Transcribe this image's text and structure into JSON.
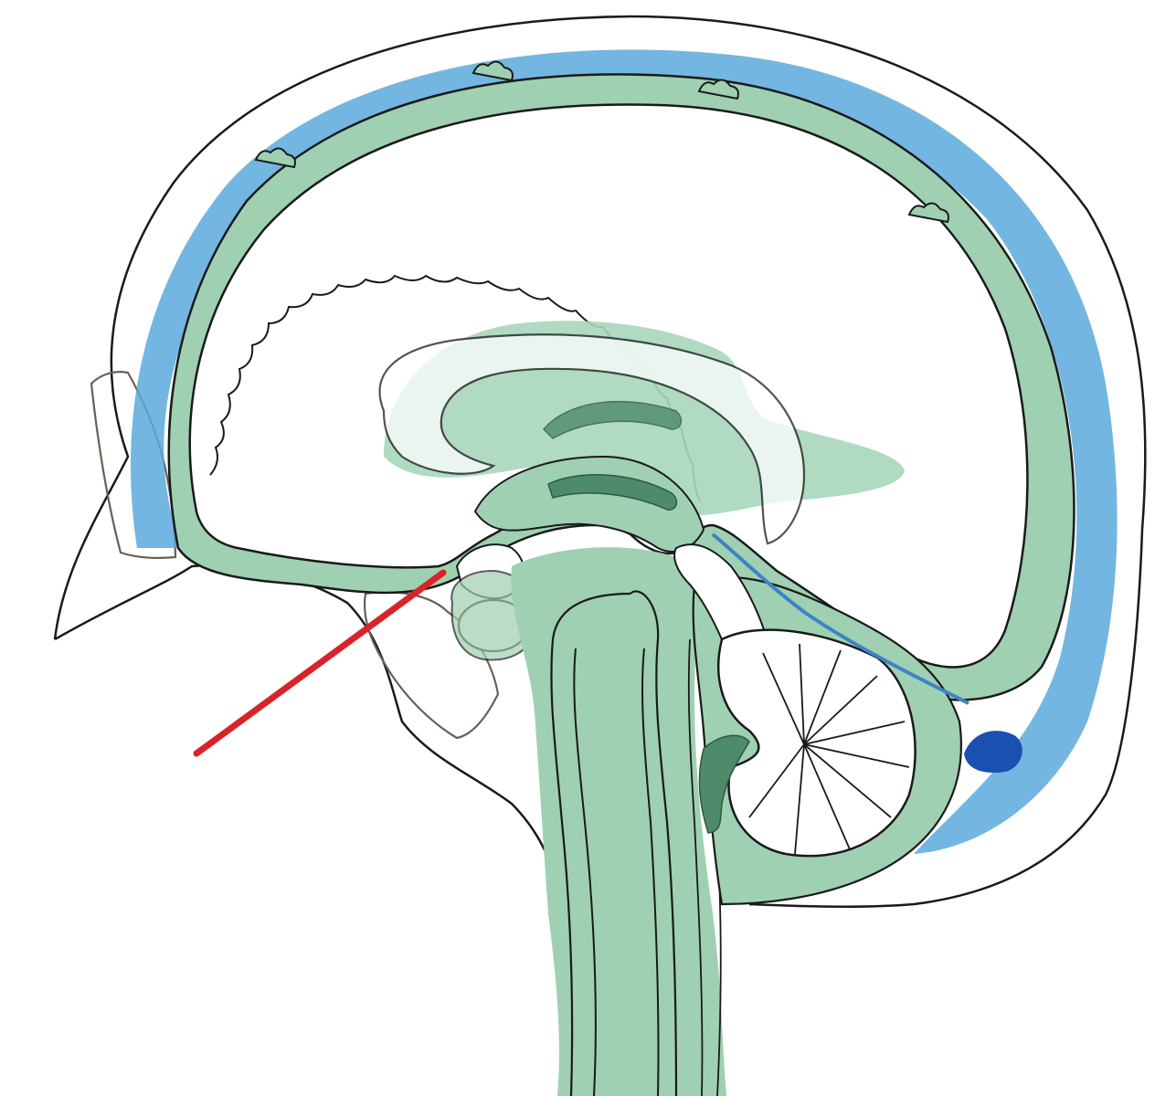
{
  "figure": {
    "type": "anatomical-illustration",
    "subject": "midsagittal-brain-csf-spaces",
    "labels": [],
    "colors": {
      "background": "#ffffff",
      "outline": "#1a1a1a",
      "csf_space": "#9fd0b2",
      "csf_space_light": "#a8d6bc",
      "venous_blue": "#5aa9dc",
      "venous_dark": "#1b4fb0",
      "choroid_plexus": "#4e8a6c",
      "bone_outline": "#6b5e52",
      "pointer": "#d8232a"
    },
    "pointer": {
      "color": "pointer",
      "label": ""
    },
    "icons": [
      "pointer-line"
    ]
  }
}
